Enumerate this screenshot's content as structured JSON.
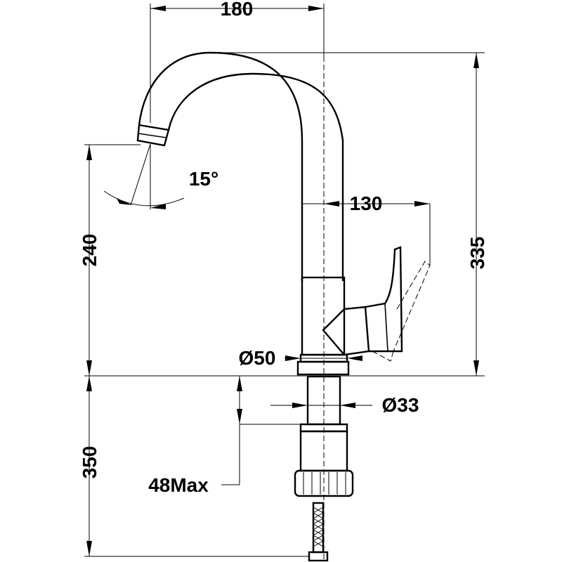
{
  "drawing": {
    "dimensions": {
      "spout_reach": "180",
      "total_height": "335",
      "spout_height": "240",
      "handle_reach": "130",
      "base_diameter": "Ø50",
      "shank_diameter": "Ø33",
      "below_deck_length": "350",
      "deck_thickness": "48Max",
      "swivel_angle": "15°"
    }
  }
}
